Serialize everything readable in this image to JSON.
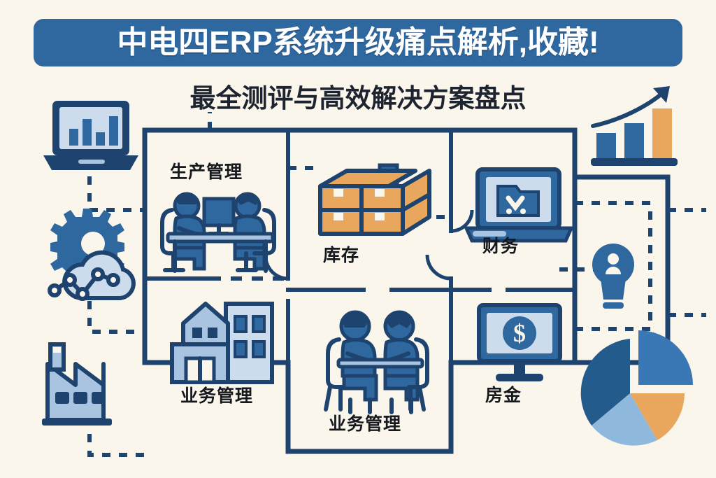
{
  "banner": {
    "title": "中电四ERP系统升级痛点解析,收藏!",
    "bg_color": "#2f679f",
    "text_color": "#ffffff"
  },
  "subtitle": {
    "text": "最全测评与高效解决方案盘点",
    "color": "#1d2430"
  },
  "canvas": {
    "background_color": "#fbf6ec",
    "line_color": "#1d436e",
    "accent_blue": "#2f679f",
    "light_blue": "#a9c4e0",
    "pale_blue": "#cddced",
    "orange": "#e8a75c"
  },
  "floorplan": {
    "rooms": [
      {
        "id": "production",
        "label": "生产管理",
        "icon": "two-people-at-desk-icon"
      },
      {
        "id": "inventory",
        "label": "库存",
        "icon": "stacked-boxes-icon"
      },
      {
        "id": "finance",
        "label": "财务",
        "icon": "laptop-folder-icon"
      },
      {
        "id": "business-left",
        "label": "业务管理",
        "icon": "office-building-icon"
      },
      {
        "id": "business-mid",
        "label": "业务管理",
        "icon": "two-people-meeting-icon"
      },
      {
        "id": "funds",
        "label": "房金",
        "icon": "monitor-dollar-icon"
      },
      {
        "id": "annex",
        "label": "",
        "icon": "lightbulb-person-icon"
      }
    ]
  },
  "side_icons": {
    "left": [
      {
        "id": "laptop-bar-chart",
        "name": "laptop-bar-chart-icon"
      },
      {
        "id": "gear-cloud-network",
        "name": "gear-cloud-network-icon"
      },
      {
        "id": "factory",
        "name": "factory-icon"
      }
    ],
    "right": [
      {
        "id": "growth-bar-chart",
        "name": "growth-bar-chart-icon"
      },
      {
        "id": "lightbulb-person",
        "name": "lightbulb-person-icon"
      },
      {
        "id": "pie-chart",
        "name": "pie-chart-icon"
      }
    ]
  },
  "chart_data": [
    {
      "type": "bar",
      "id": "laptop-bar-chart",
      "title": "",
      "categories": [
        "1",
        "2",
        "3",
        "4"
      ],
      "values": [
        55,
        85,
        45,
        92
      ],
      "ylim": [
        0,
        100
      ],
      "grid": false,
      "series_colors": [
        "#2f679f"
      ]
    },
    {
      "type": "bar",
      "id": "growth-bar-chart",
      "title": "",
      "categories": [
        "1",
        "2",
        "3"
      ],
      "values": [
        40,
        66,
        100
      ],
      "ylim": [
        0,
        110
      ],
      "grid": false,
      "annotations": [
        "upward-trend-arrow"
      ],
      "series_colors": [
        "#2f679f",
        "#2f679f",
        "#e8a75c"
      ]
    },
    {
      "type": "pie",
      "id": "pie-chart",
      "title": "",
      "categories": [
        "segment-a",
        "segment-b",
        "segment-c",
        "segment-d"
      ],
      "values": [
        25,
        15,
        20,
        40
      ],
      "series_colors": [
        "#3a77b5",
        "#e8a75c",
        "#8fb9dc",
        "#235b8c"
      ],
      "legend": "none"
    }
  ]
}
